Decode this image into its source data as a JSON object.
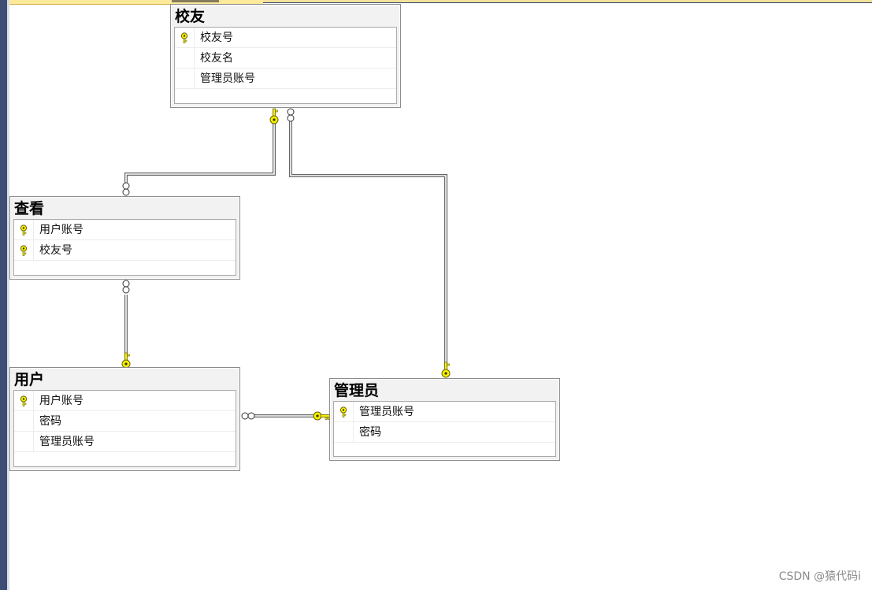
{
  "tables": {
    "alumni": {
      "title": "校友",
      "columns": [
        {
          "name": "校友号",
          "primary_key": true
        },
        {
          "name": "校友名",
          "primary_key": false
        },
        {
          "name": "管理员账号",
          "primary_key": false
        }
      ]
    },
    "view": {
      "title": "查看",
      "columns": [
        {
          "name": "用户账号",
          "primary_key": true
        },
        {
          "name": "校友号",
          "primary_key": true
        }
      ]
    },
    "user": {
      "title": "用户",
      "columns": [
        {
          "name": "用户账号",
          "primary_key": true
        },
        {
          "name": "密码",
          "primary_key": false
        },
        {
          "name": "管理员账号",
          "primary_key": false
        }
      ]
    },
    "admin": {
      "title": "管理员",
      "columns": [
        {
          "name": "管理员账号",
          "primary_key": true
        },
        {
          "name": "密码",
          "primary_key": false
        }
      ]
    }
  },
  "relationships": [
    {
      "from": "view",
      "to": "alumni"
    },
    {
      "from": "alumni",
      "to": "admin"
    },
    {
      "from": "view",
      "to": "user"
    },
    {
      "from": "user",
      "to": "admin"
    }
  ],
  "icons": {
    "primary_key": "key-icon",
    "one_end": "key-icon",
    "many_end": "infinity-icon"
  },
  "colors": {
    "key_fill": "#f4f000",
    "key_stroke": "#6b6100",
    "table_header": "#f2f2f2",
    "left_bar": "#3d4d74"
  },
  "watermark": "CSDN @猿代码i"
}
